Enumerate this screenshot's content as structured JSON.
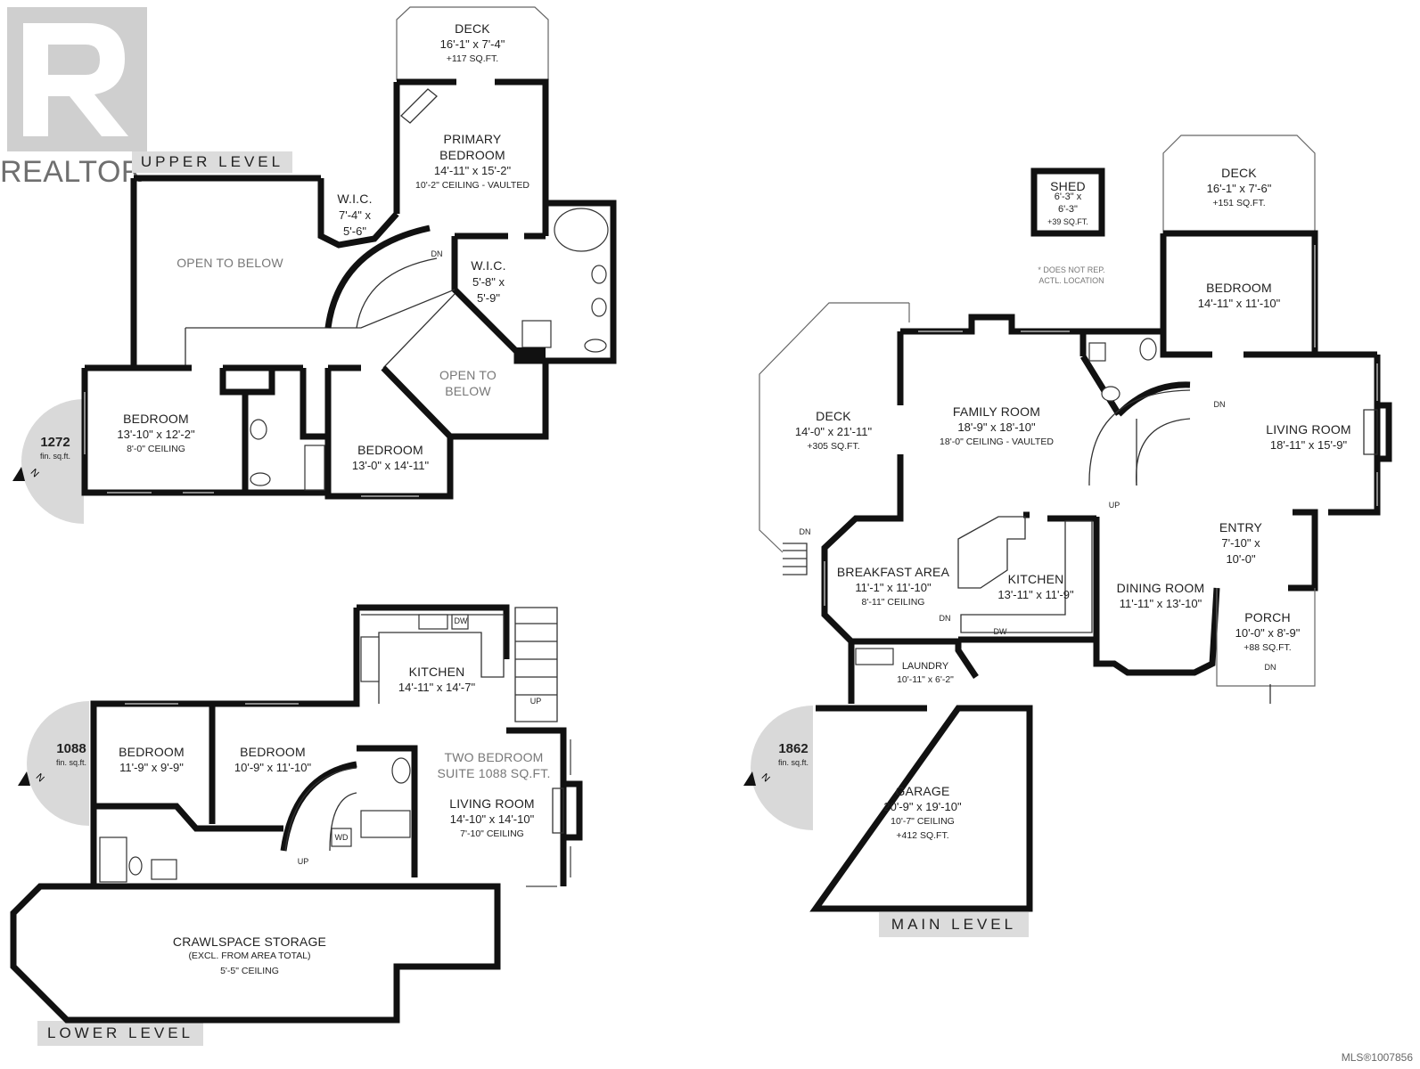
{
  "branding": {
    "logo_text": "REALTOR",
    "mls": "MLS®1007856"
  },
  "levels": {
    "upper": "UPPER LEVEL",
    "main": "MAIN LEVEL",
    "lower": "LOWER LEVEL"
  },
  "area_badges": [
    {
      "value": "1272",
      "unit": "fin. sq.ft."
    },
    {
      "value": "1088",
      "unit": "fin. sq.ft."
    },
    {
      "value": "1862",
      "unit": "fin. sq.ft."
    }
  ],
  "compass": "N",
  "upper": {
    "deck": {
      "name": "DECK",
      "dim": "16'-1\" x 7'-4\"",
      "area": "+117 SQ.FT."
    },
    "primary_bedroom": {
      "name1": "PRIMARY",
      "name2": "BEDROOM",
      "dim": "14'-11\" x 15'-2\"",
      "note": "10'-2\" CEILING - VAULTED"
    },
    "wic1": {
      "name": "W.I.C.",
      "dim1": "7'-4\" x",
      "dim2": "5'-6\""
    },
    "wic2": {
      "name": "W.I.C.",
      "dim1": "5'-8\" x",
      "dim2": "5'-9\""
    },
    "open1": "OPEN TO BELOW",
    "open2_1": "OPEN TO",
    "open2_2": "BELOW",
    "stair": "DN",
    "bedroom1": {
      "name": "BEDROOM",
      "dim": "13'-10\" x 12'-2\"",
      "note": "8'-0\" CEILING"
    },
    "bedroom2": {
      "name": "BEDROOM",
      "dim": "13'-0\" x 14'-11\""
    }
  },
  "main": {
    "shed": {
      "name": "SHED",
      "dim1": "6'-3\" x",
      "dim2": "6'-3\"",
      "area": "+39 SQ.FT."
    },
    "shed_note1": "* DOES NOT REP.",
    "shed_note2": "ACTL. LOCATION",
    "deck_top": {
      "name": "DECK",
      "dim": "16'-1\" x 7'-6\"",
      "area": "+151 SQ.FT."
    },
    "bedroom": {
      "name": "BEDROOM",
      "dim": "14'-11\" x 11'-10\""
    },
    "deck_side": {
      "name": "DECK",
      "dim": "14'-0\" x 21'-11\"",
      "area": "+305 SQ.FT."
    },
    "family": {
      "name": "FAMILY ROOM",
      "dim": "18'-9\" x 18'-10\"",
      "note": "18'-0\" CEILING - VAULTED"
    },
    "living": {
      "name": "LIVING ROOM",
      "dim": "18'-11\" x 15'-9\""
    },
    "entry": {
      "name": "ENTRY",
      "dim1": "7'-10\" x",
      "dim2": "10'-0\""
    },
    "breakfast": {
      "name": "BREAKFAST AREA",
      "dim": "11'-1\" x 11'-10\"",
      "note": "8'-11\" CEILING"
    },
    "kitchen": {
      "name": "KITCHEN",
      "dim": "13'-11\" x 11'-9\""
    },
    "dining": {
      "name": "DINING ROOM",
      "dim": "11'-11\" x 13'-10\""
    },
    "porch": {
      "name": "PORCH",
      "dim": "10'-0\" x 8'-9\"",
      "area": "+88 SQ.FT."
    },
    "laundry": {
      "name": "LAUNDRY",
      "dim": "10'-11\" x 6'-2\""
    },
    "garage": {
      "name": "GARAGE",
      "dim": "20'-9\" x 19'-10\"",
      "note": "10'-7\" CEILING",
      "area": "+412 SQ.FT."
    },
    "dn": "DN",
    "up": "UP",
    "dw": "DW"
  },
  "lower": {
    "bedroom1": {
      "name": "BEDROOM",
      "dim": "11'-9\" x 9'-9\""
    },
    "bedroom2": {
      "name": "BEDROOM",
      "dim": "10'-9\" x 11'-10\""
    },
    "kitchen": {
      "name": "KITCHEN",
      "dim": "14'-11\" x 14'-7\""
    },
    "suite1": "TWO BEDROOM",
    "suite2": "SUITE 1088 SQ.FT.",
    "living": {
      "name": "LIVING ROOM",
      "dim": "14'-10\" x 14'-10\"",
      "note": "7'-10\" CEILING"
    },
    "crawl": {
      "name": "CRAWLSPACE STORAGE",
      "note1": "(EXCL. FROM AREA TOTAL)",
      "note2": "5'-5\" CEILING"
    },
    "up": "UP",
    "wd": "WD",
    "dw": "DW"
  }
}
